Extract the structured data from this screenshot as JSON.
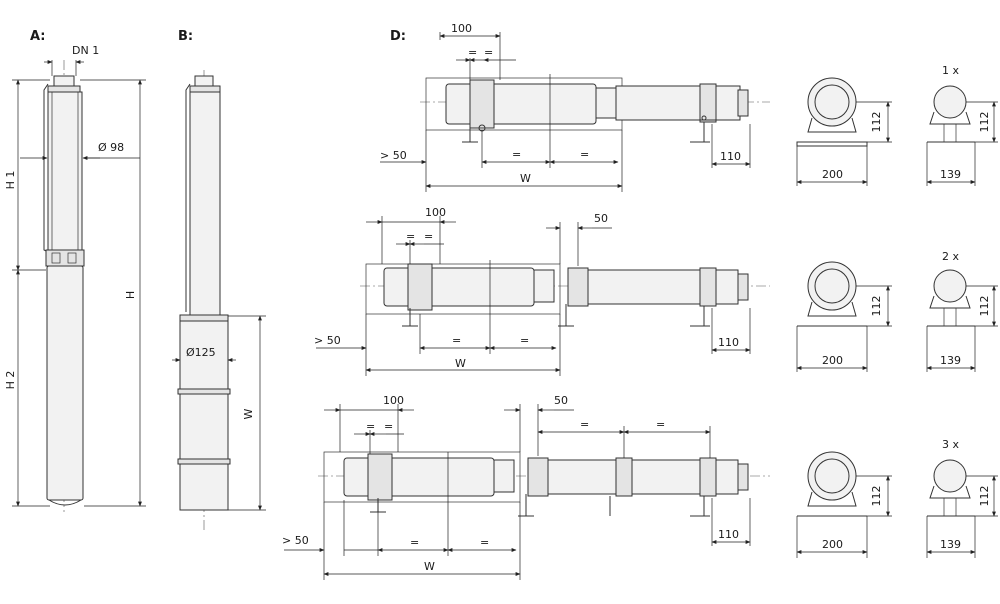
{
  "sections": {
    "a": "A:",
    "b": "B:",
    "d": "D:"
  },
  "section_a": {
    "dn": "DN 1",
    "dia": "Ø 98",
    "h1": "H 1",
    "h2": "H 2",
    "h": "H"
  },
  "section_b": {
    "dia": "Ø125",
    "w": "W"
  },
  "section_d": {
    "rows": [
      {
        "d100": "100",
        "gt50": "> 50",
        "eq": "=",
        "w": "W",
        "d110": "110",
        "d112a": "112",
        "d200": "200",
        "count": "1 x",
        "d112b": "112",
        "d139": "139"
      },
      {
        "d100": "100",
        "d50": "50",
        "gt50": "> 50",
        "eq": "=",
        "w": "W",
        "d110": "110",
        "d112a": "112",
        "d200": "200",
        "count": "2 x",
        "d112b": "112",
        "d139": "139"
      },
      {
        "d100": "100",
        "d50": "50",
        "gt50": "> 50",
        "eq": "=",
        "w": "W",
        "d110": "110",
        "d112a": "112",
        "d200": "200",
        "count": "3 x",
        "d112b": "112",
        "d139": "139"
      }
    ]
  }
}
